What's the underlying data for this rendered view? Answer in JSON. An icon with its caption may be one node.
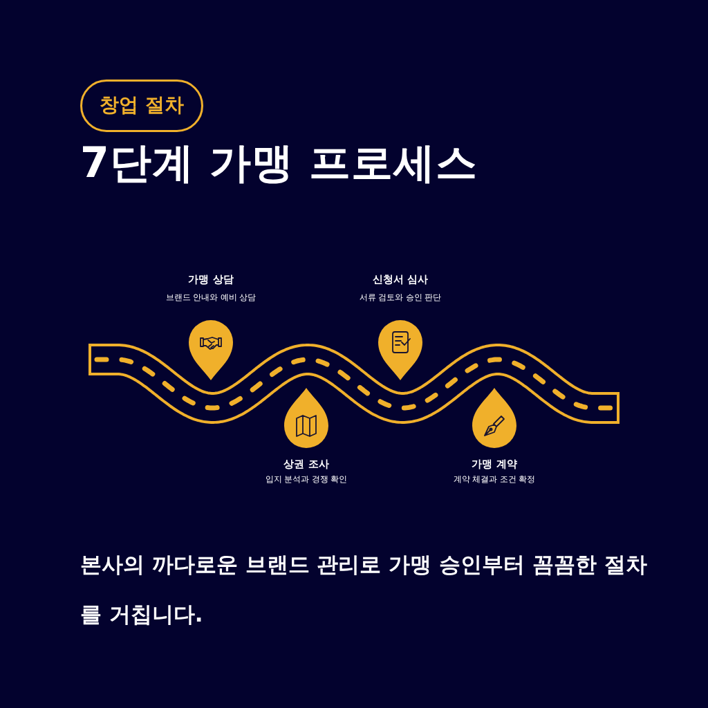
{
  "diagram": {
    "title": "7단계 가맹 프로세스",
    "caption": "본사의 까다로운 브랜드 관리로 가맹 승인부터 꼼꼼한 절차를 거칩니다.",
    "nodes": [
      {
        "text": [
          "창업 절차"
        ]
      },
      {
        "text": [
          "가맹 상담",
          "브랜드 안내와 예비 상담"
        ]
      },
      {
        "text": [
          "상권 조사",
          "입지 분석과 경쟁 확인"
        ]
      },
      {
        "text": [
          "신청서 심사",
          "서류 검토와 승인 판단"
        ]
      },
      {
        "text": [
          "가맹 계약",
          "계약 체결과 조건 확정"
        ]
      }
    ]
  }
}
